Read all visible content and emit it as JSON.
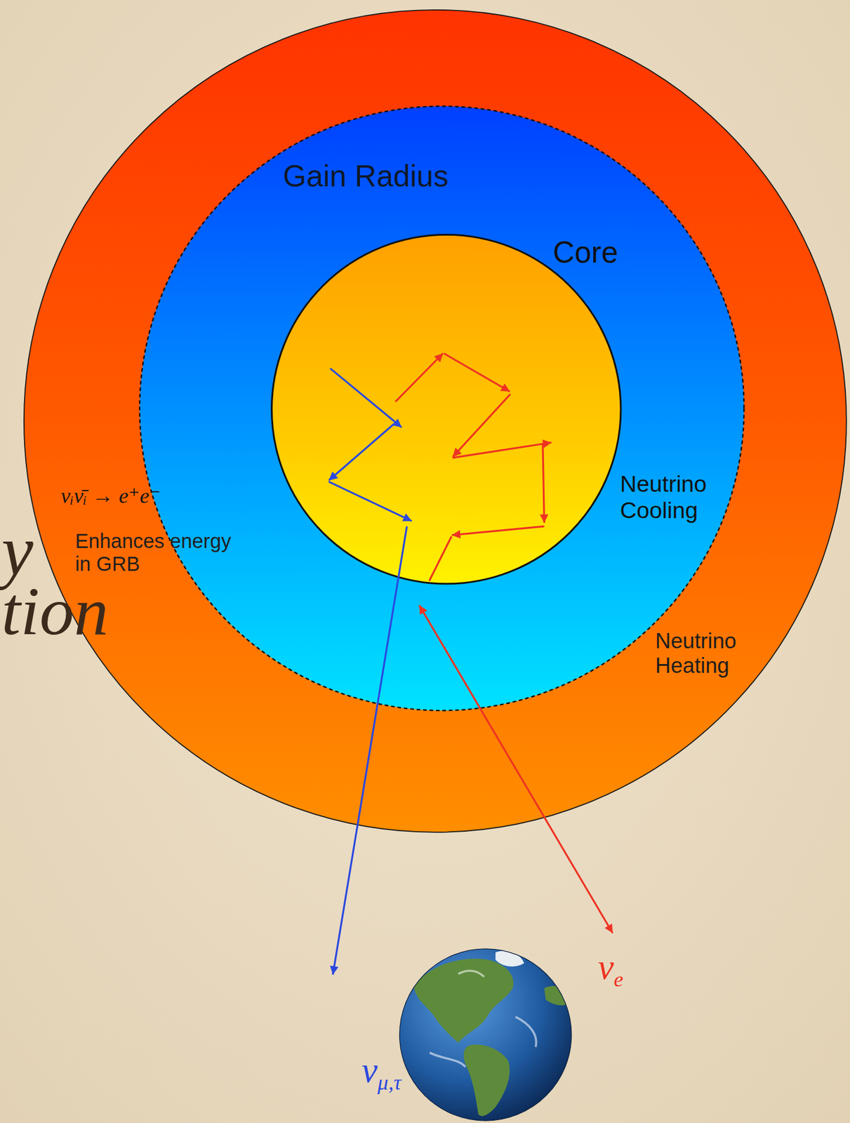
{
  "diagram": {
    "nodes": [
      {
        "text": [
          "Neutrino Heating"
        ]
      },
      {
        "text": [
          "Gain Radius",
          "Neutrino Cooling"
        ],
        "in": 0
      },
      {
        "text": [
          "Core"
        ],
        "in": 1
      }
    ],
    "labels": [
      "y",
      "tion",
      "νᵢν̄ᵢ → e⁺e⁻",
      "Enhances energy in GRB",
      "νμ,τ",
      "νe"
    ]
  }
}
